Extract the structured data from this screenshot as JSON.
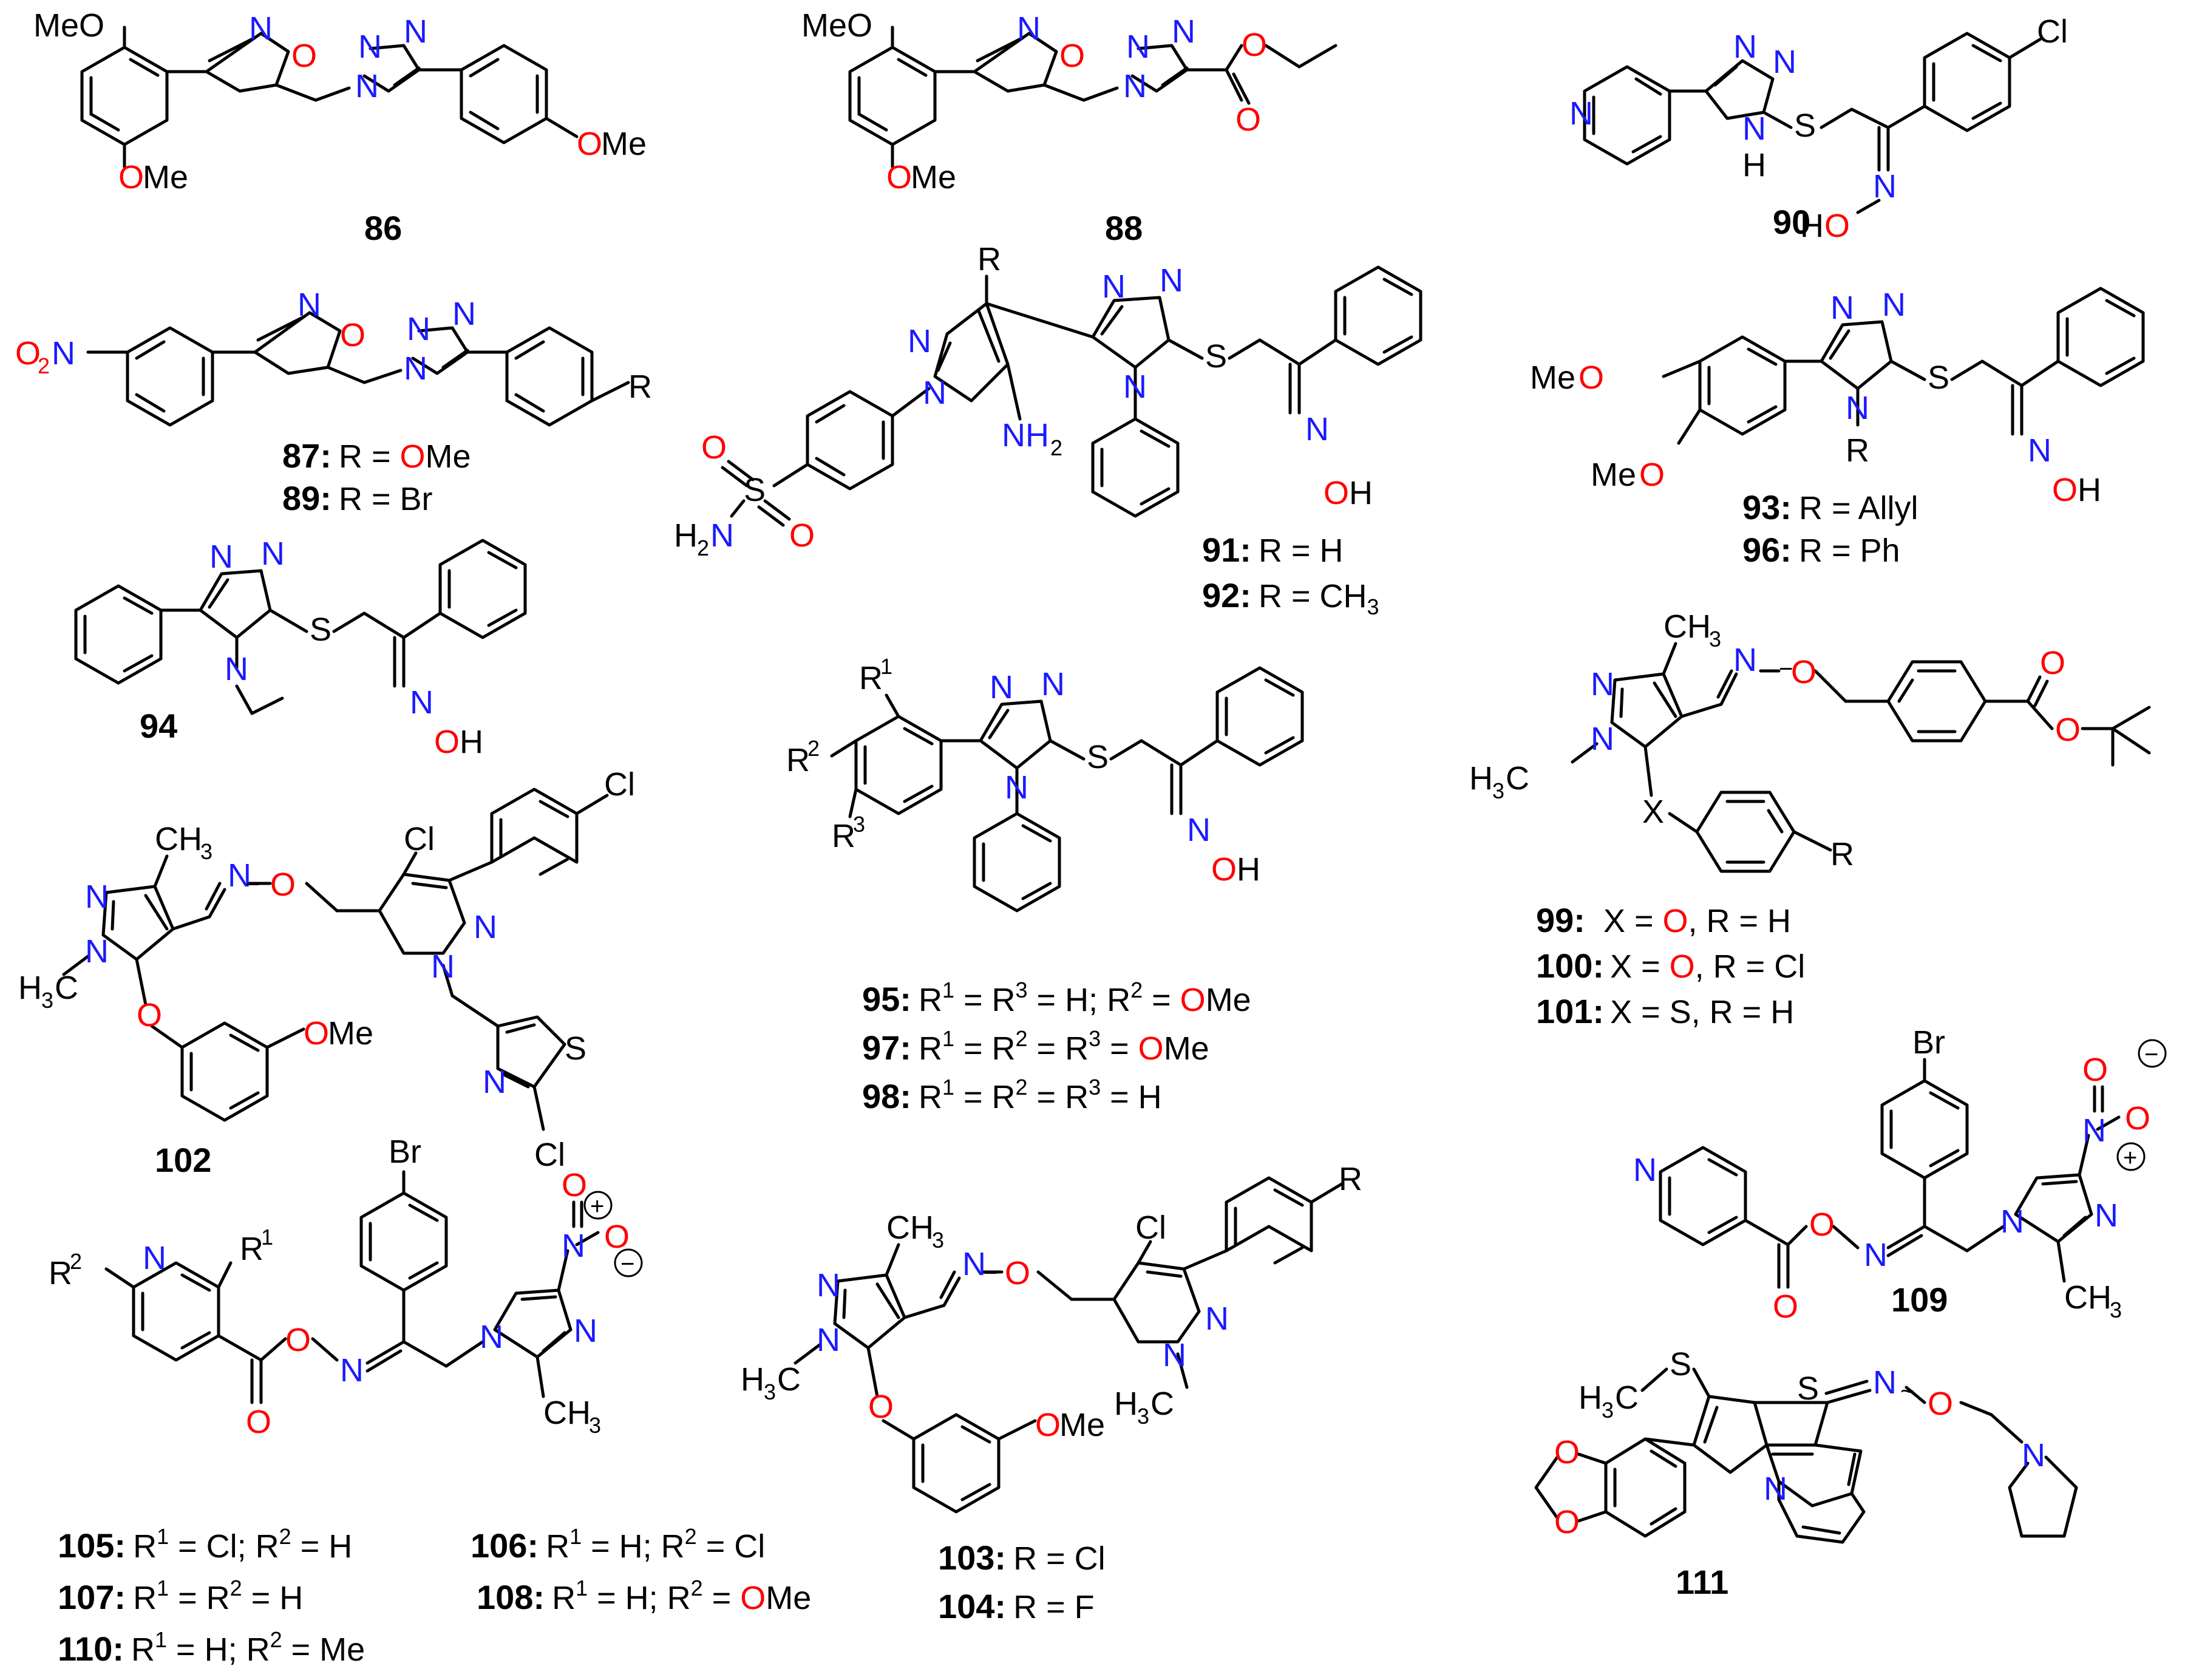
{
  "colors": {
    "bond": "#000000",
    "N": "#1a1aff",
    "O": "#ff0000",
    "S": "#000000",
    "C": "#000000"
  },
  "compounds": {
    "c86": {
      "number": "86"
    },
    "c87": {
      "number": "87:",
      "r": "R = ",
      "o": "O",
      "me": "Me"
    },
    "c88": {
      "number": "88"
    },
    "c89": {
      "number": "89:",
      "r": "R = Br"
    },
    "c90": {
      "number": "90"
    },
    "c91": {
      "number": "91:",
      "r": "R = H"
    },
    "c92": {
      "number": "92:",
      "r": "R = CH",
      "sub": "3"
    },
    "c93": {
      "number": "93:",
      "r": "R = Allyl"
    },
    "c94": {
      "number": "94"
    },
    "c95": {
      "number": "95:",
      "a": "R",
      "s1": "1",
      "b": " = R",
      "s3": "3",
      "c": " = H; R",
      "s2": "2",
      "d": " = ",
      "o": "O",
      "e": "Me"
    },
    "c96": {
      "number": "96:",
      "r": "R = Ph"
    },
    "c97": {
      "number": "97:",
      "a": "R",
      "s1": "1",
      "b": " = R",
      "s2": "2",
      "c": " = R",
      "s3": "3",
      "d": " = ",
      "o": "O",
      "e": "Me"
    },
    "c98": {
      "number": "98:",
      "a": "R",
      "s1": "1",
      "b": " = R",
      "s2": "2",
      "c": " = R",
      "s3": "3",
      "d": " = H"
    },
    "c99": {
      "number": "99:",
      "a": "X = ",
      "o": "O",
      "b": ", R = H"
    },
    "c100": {
      "number": "100:",
      "a": "X = ",
      "o": "O",
      "b": ", R = Cl"
    },
    "c101": {
      "number": "101:",
      "a": "X = S, R = H"
    },
    "c102": {
      "number": "102"
    },
    "c103": {
      "number": "103:",
      "r": "R = Cl"
    },
    "c104": {
      "number": "104:",
      "r": "R = F"
    },
    "c105": {
      "number": "105:",
      "a": "R",
      "s1": "1",
      "b": " = Cl; R",
      "s2": "2",
      "c": " = H"
    },
    "c106": {
      "number": "106:",
      "a": "R",
      "s1": "1",
      "b": " = H; R",
      "s2": "2",
      "c": " = Cl"
    },
    "c107": {
      "number": "107:",
      "a": "R",
      "s1": "1",
      "b": " = R",
      "s2": "2",
      "c": " = H"
    },
    "c108": {
      "number": "108:",
      "a": "R",
      "s1": "1",
      "b": " = H; R",
      "s2": "2",
      "c": " = ",
      "o": "O",
      "d": "Me"
    },
    "c109": {
      "number": "109"
    },
    "c110": {
      "number": "110:",
      "a": "R",
      "s1": "1",
      "b": " = H; R",
      "s2": "2",
      "c": " = Me"
    },
    "c111": {
      "number": "111"
    }
  },
  "atoms": {
    "MeO": "MeO",
    "OMe": "OMe",
    "O": "O",
    "N": "N",
    "S": "S",
    "Me": "Me",
    "Cl": "Cl",
    "Br": "Br",
    "H": "H",
    "R": "R",
    "X": "X",
    "NH": "NH",
    "NH2sub": "2",
    "HO": "H",
    "OH_O": "O",
    "OH_H": "H",
    "O2sub": "2",
    "H2N_H": "H",
    "H2N_2": "2",
    "CH": "CH",
    "CH3sub": "3",
    "H3C_H": "H",
    "H3C_3": "3",
    "H3C_C": "C",
    "R1": "R",
    "R1sup": "1",
    "R2": "R",
    "R2sup": "2",
    "R3": "R",
    "R3sup": "3",
    "plus": "+",
    "minus": "−",
    "wave": "~"
  }
}
